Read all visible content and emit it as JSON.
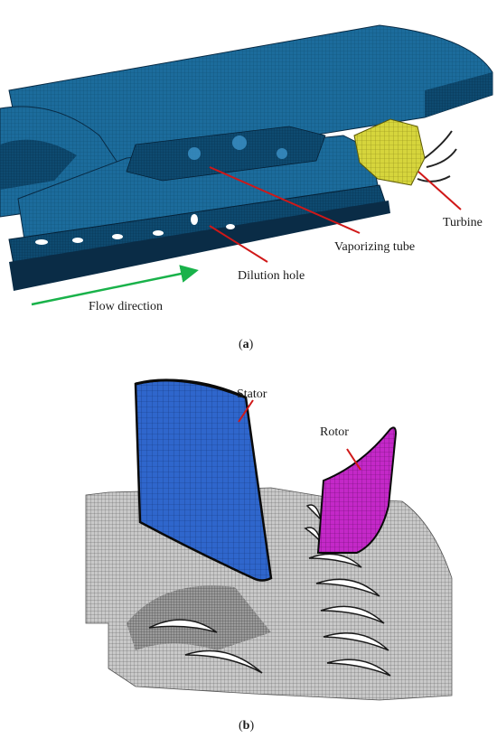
{
  "figure_a": {
    "labels": {
      "turbine": "Turbine",
      "vaporizing_tube": "Vaporizing tube",
      "dilution_hole": "Dilution hole",
      "flow_direction": "Flow direction"
    },
    "caption_open": "(",
    "caption_letter": "a",
    "caption_close": ")"
  },
  "figure_b": {
    "labels": {
      "stator": "Stator",
      "rotor": "Rotor"
    },
    "caption_open": "(",
    "caption_letter": "b",
    "caption_close": ")"
  },
  "colors": {
    "mesh_blue": "#1d6fa0",
    "mesh_dark": "#0c3b5a",
    "turbine_yellow": "#d9d93a",
    "stator_blue": "#2f64c8",
    "rotor_magenta": "#c224c8",
    "grid_gray": "#8a8a8a",
    "leader_red": "#d01818",
    "flow_green": "#19b24a"
  }
}
